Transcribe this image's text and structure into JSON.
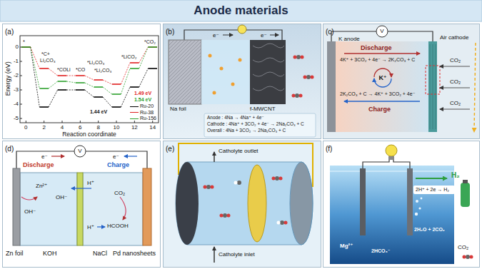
{
  "diagram": {
    "title": "Anode materials",
    "nodes": [
      {
        "text": [
          "(a)"
        ]
      },
      {
        "text": [
          "(b)"
        ]
      },
      {
        "text": [
          "(c)"
        ]
      },
      {
        "text": [
          "(d)"
        ]
      },
      {
        "text": [
          "(e)"
        ]
      },
      {
        "text": [
          "(f)"
        ]
      }
    ],
    "labels": [
      "*",
      "*C+",
      "Li₂CO₃",
      "*COLi",
      "*CO",
      "*Li₂CO₃",
      "*Li₂CO₃",
      "*LiCO₂",
      "*CO₂",
      "1.49 eV",
      "1.54 eV",
      "1.44 eV",
      "Energy (eV)",
      "0",
      "-1",
      "-2",
      "-3",
      "-4",
      "-5",
      "0",
      "2",
      "4",
      "6",
      "8",
      "10",
      "12",
      "14",
      "Reaction coordinate",
      "e⁻",
      "e⁻",
      "Na foil",
      "f-MWCNT",
      "Anode : 4Na → 4Na⁺ + 4e⁻",
      "Cathode : 4Na⁺ + 3CO₂ + 4e⁻ → 2Na₂CO₃ + C",
      "Overall : 4Na + 3CO₂ → 2Na₂CO₃ + C",
      "K anode",
      "V",
      "Air cathode",
      "Discharge",
      "4K⁺ + 3CO₂ + 4e⁻ → 2K₂CO₃ + C",
      "K⁺",
      "2K₂CO₃ + C → 4K⁺ + 3CO₂ + 4e⁻",
      "Charge",
      "CO₂",
      "CO₂",
      "CO₂",
      "V",
      "e⁻",
      "e⁻",
      "Discharge",
      "Charge",
      "Zn²⁺",
      "OH⁻",
      "OH⁻",
      "H⁺",
      "CO₂",
      "H⁺",
      "HCOOH",
      "Zn foil",
      "KOH",
      "NaCl",
      "Pd nanosheets",
      "Catholyte outlet",
      "Catholyte inlet",
      "H₂",
      "2H⁺ + 2e → H₂",
      "2H₂O + 2CO₂",
      "Mg²⁺",
      "2HCO₃⁻",
      "CO₂"
    ],
    "legend": [
      {
        "text": "Ru-20"
      },
      {
        "text": "Ru-38"
      },
      {
        "text": "Ru-156"
      }
    ]
  }
}
